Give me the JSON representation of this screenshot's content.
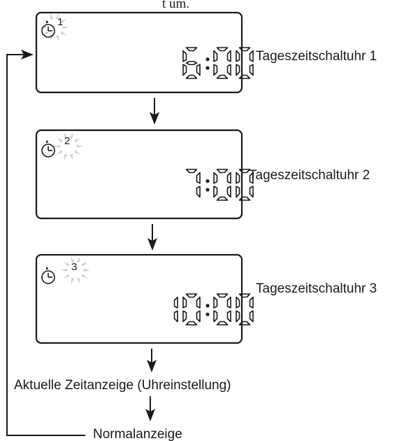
{
  "top_fragment": "t um.",
  "displays": [
    {
      "slot": "1",
      "hours": "6",
      "minutes": "00",
      "label": "Tageszeitschaltuhr 1"
    },
    {
      "slot": "2",
      "hours": "7",
      "minutes": "00",
      "label": "Tageszeitschaltuhr 2"
    },
    {
      "slot": "3",
      "hours": "10",
      "minutes": "00",
      "label": "Tageszeitschaltuhr 3"
    }
  ],
  "flow": {
    "current_time": "Aktuelle Zeitanzeige (Uhreinstellung)",
    "normal": "Normalanzeige"
  },
  "icons": {
    "timer": "clock-timer-icon",
    "burst": "flashing-burst-icon",
    "arrow": "arrow-down-icon",
    "return": "return-arrow-icon"
  },
  "colors": {
    "ink": "#1a1a1a",
    "burst": "#cfcfcf",
    "background": "#ffffff"
  }
}
